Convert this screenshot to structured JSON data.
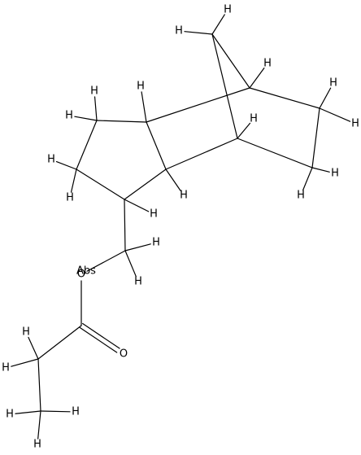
{
  "molecule": {
    "h_label": "H",
    "o_label": "O",
    "abs_label": "Abs"
  }
}
